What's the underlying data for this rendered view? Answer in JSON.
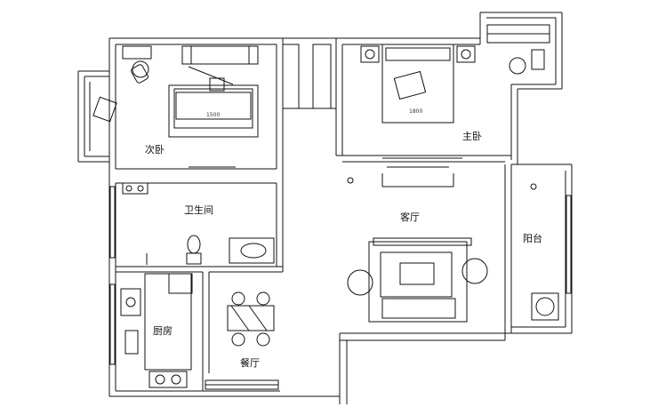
{
  "rooms": {
    "second_bedroom": "次卧",
    "bathroom": "卫生间",
    "master_bedroom": "主卧",
    "living_room": "客厅",
    "balcony": "阳台",
    "kitchen": "厨房",
    "dining_room": "餐厅"
  },
  "dimensions": {
    "bed_small": "1500",
    "bed_master": "1800"
  },
  "colors": {
    "line": "#111111",
    "background": "#ffffff"
  }
}
